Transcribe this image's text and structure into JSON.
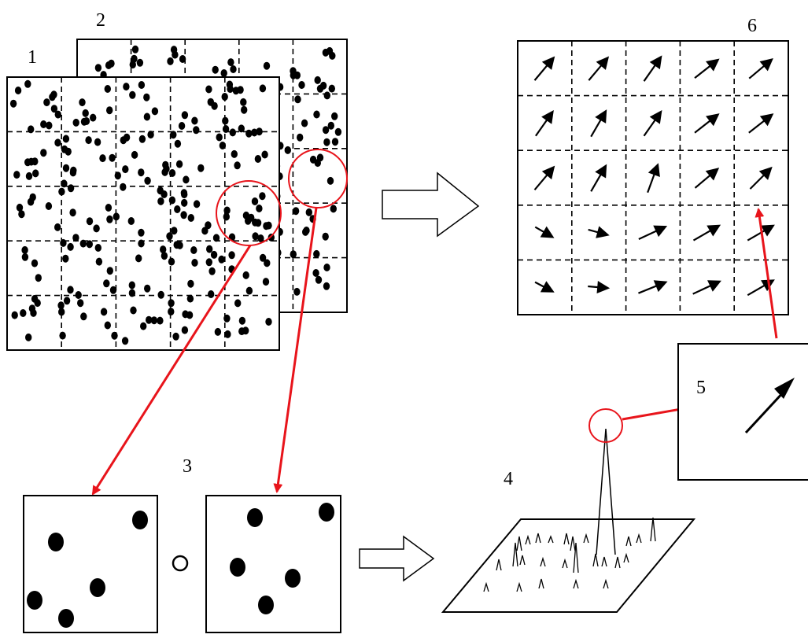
{
  "labels": {
    "frame1": "1",
    "frame2": "2",
    "window_pair": "3",
    "correlation_plane": "4",
    "displacement_vector": "5",
    "vector_field": "6"
  },
  "correlation_operator_icon": "open-circle-icon",
  "colors": {
    "ink": "#000000",
    "accent_red": "#e8141b",
    "background": "#ffffff"
  }
}
